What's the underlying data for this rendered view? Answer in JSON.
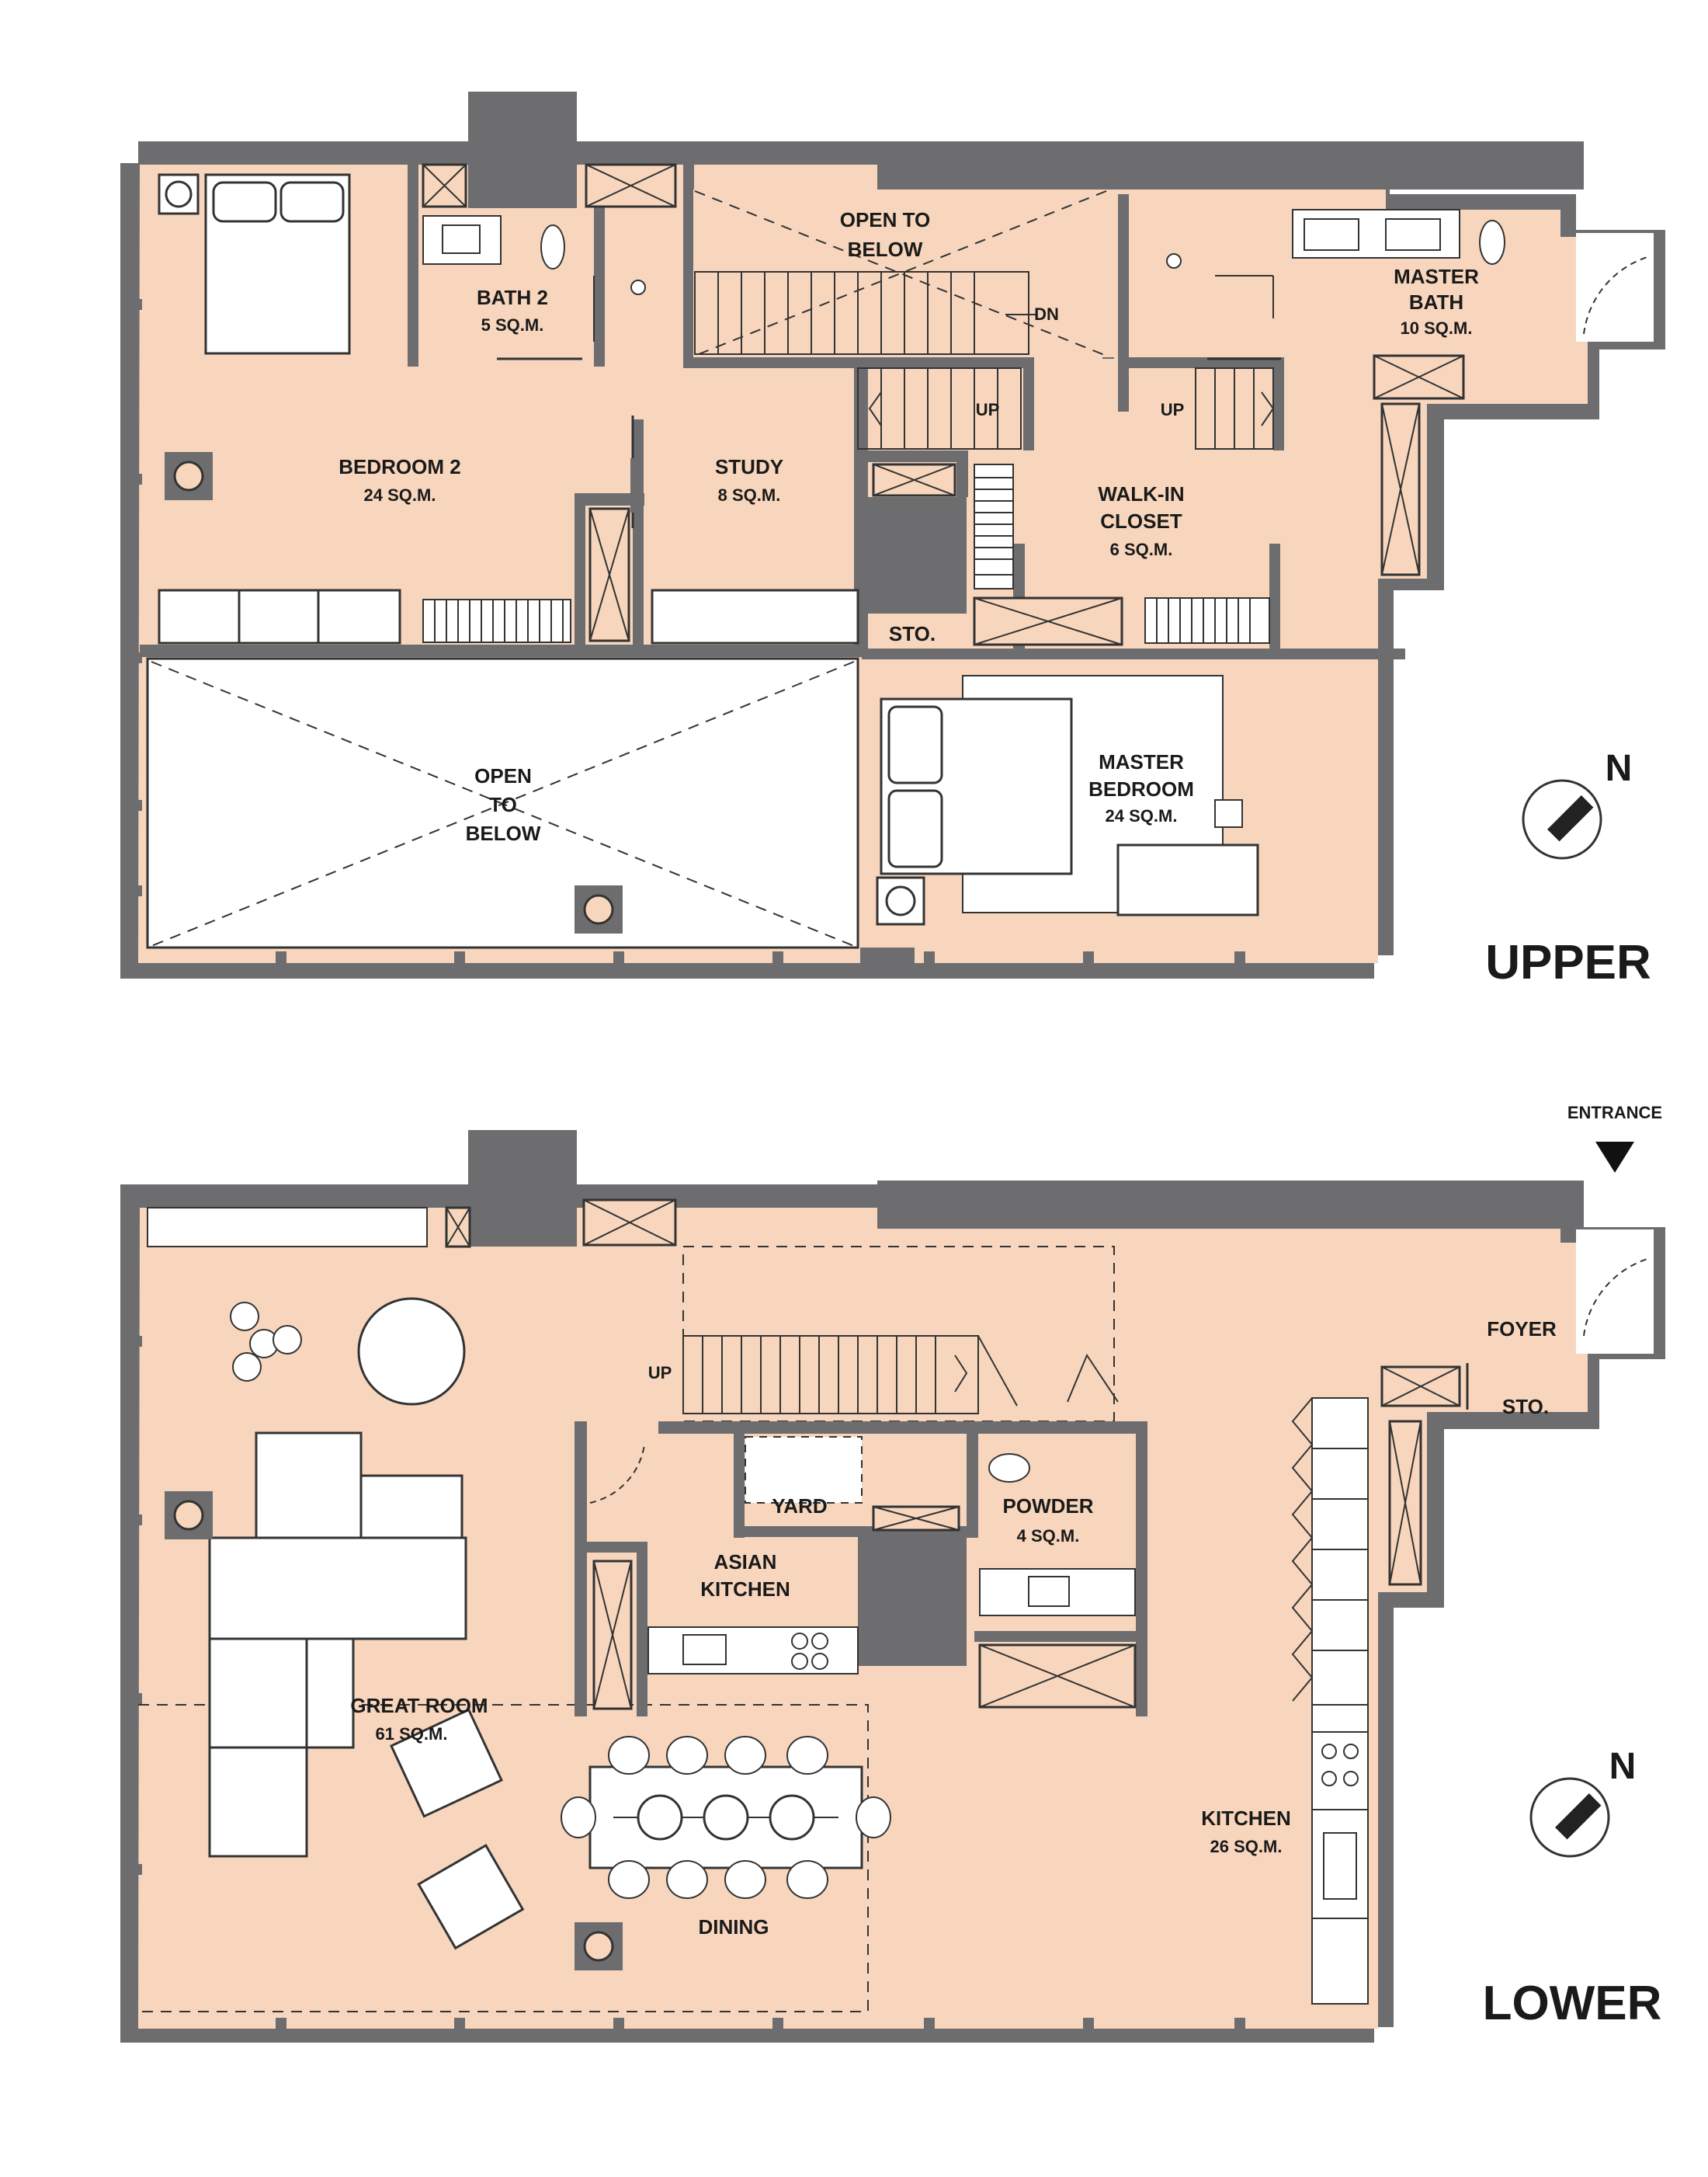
{
  "upper": {
    "title": "UPPER",
    "rooms": {
      "open_to_below_top": [
        "OPEN TO",
        "BELOW"
      ],
      "bath2": [
        "BATH 2",
        "5 SQ.M."
      ],
      "master_bath": [
        "MASTER",
        "BATH",
        "10 SQ.M."
      ],
      "bedroom2": [
        "BEDROOM 2",
        "24 SQ.M."
      ],
      "study": [
        "STUDY",
        "8 SQ.M."
      ],
      "walkin_closet": [
        "WALK-IN",
        "CLOSET",
        "6 SQ.M."
      ],
      "sto": "STO.",
      "open_to_below_main": [
        "OPEN",
        "TO",
        "BELOW"
      ],
      "master_bedroom": [
        "MASTER",
        "BEDROOM",
        "24 SQ.M."
      ]
    },
    "stair_labels": {
      "dn": "DN",
      "up_left": "UP",
      "up_right": "UP"
    },
    "north": "N"
  },
  "lower": {
    "title": "LOWER",
    "entrance": "ENTRANCE",
    "rooms": {
      "foyer": "FOYER",
      "sto": "STO.",
      "yard": "YARD",
      "powder": [
        "POWDER",
        "4 SQ.M."
      ],
      "asian_kitchen": [
        "ASIAN",
        "KITCHEN"
      ],
      "great_room": [
        "GREAT ROOM",
        "61 SQ.M."
      ],
      "dining": "DINING",
      "kitchen": [
        "KITCHEN",
        "26 SQ.M."
      ]
    },
    "stair_labels": {
      "up": "UP"
    },
    "north": "N"
  }
}
